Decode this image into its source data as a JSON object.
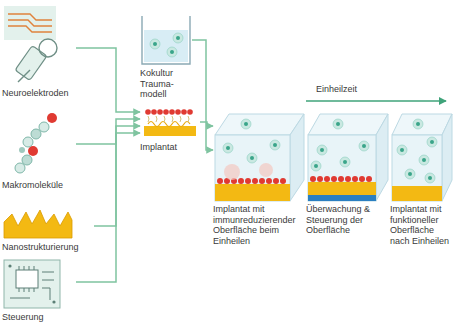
{
  "diagram": {
    "nodes": [
      {
        "text": [
          "Neuroelektroden"
        ]
      },
      {
        "text": [
          "Makromoleküle"
        ]
      },
      {
        "text": [
          "Nanostrukturierung"
        ]
      },
      {
        "text": [
          "Steuerung"
        ]
      },
      {
        "text": [
          "Kokultur Trauma- modell"
        ]
      },
      {
        "text": [
          "Implantat"
        ]
      },
      {
        "text": [
          "Implantat mit immunreduzierender Oberfläche beim Einheilen"
        ]
      },
      {
        "text": [
          "Überwachung & Steuerung der Oberfläche"
        ]
      },
      {
        "text": [
          "Implantat mit funktioneller Oberfläche nach Einheilen"
        ]
      }
    ],
    "edges": [
      {
        "from": 0,
        "to": 5,
        "arrow": "to"
      },
      {
        "from": 1,
        "to": 5,
        "arrow": "to"
      },
      {
        "from": 2,
        "to": 5,
        "arrow": "to"
      },
      {
        "from": 3,
        "to": 5,
        "arrow": "to"
      },
      {
        "from": 4,
        "to": 6,
        "arrow": "to"
      },
      {
        "from": 5,
        "to": 6,
        "arrow": "to"
      }
    ],
    "labels": [
      "Einheilzeit"
    ]
  }
}
